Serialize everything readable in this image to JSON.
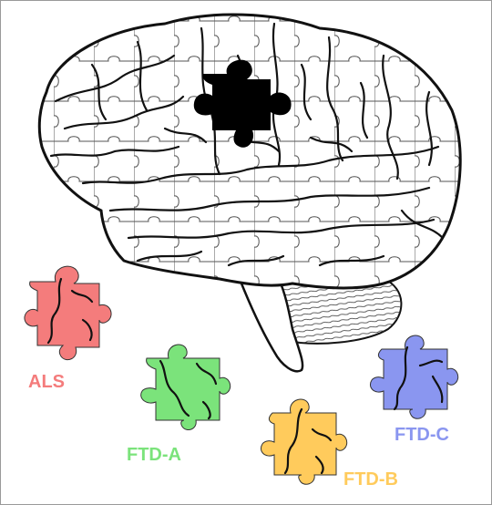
{
  "pieces": [
    {
      "label": "ALS",
      "color": "#f47c7c"
    },
    {
      "label": "FTD-A",
      "color": "#7be37b"
    },
    {
      "label": "FTD-B",
      "color": "#ffcb5c"
    },
    {
      "label": "FTD-C",
      "color": "#8a96f0"
    }
  ],
  "missing_piece_color": "#000000",
  "icons": [
    "brain-icon",
    "puzzle-piece-icon"
  ]
}
